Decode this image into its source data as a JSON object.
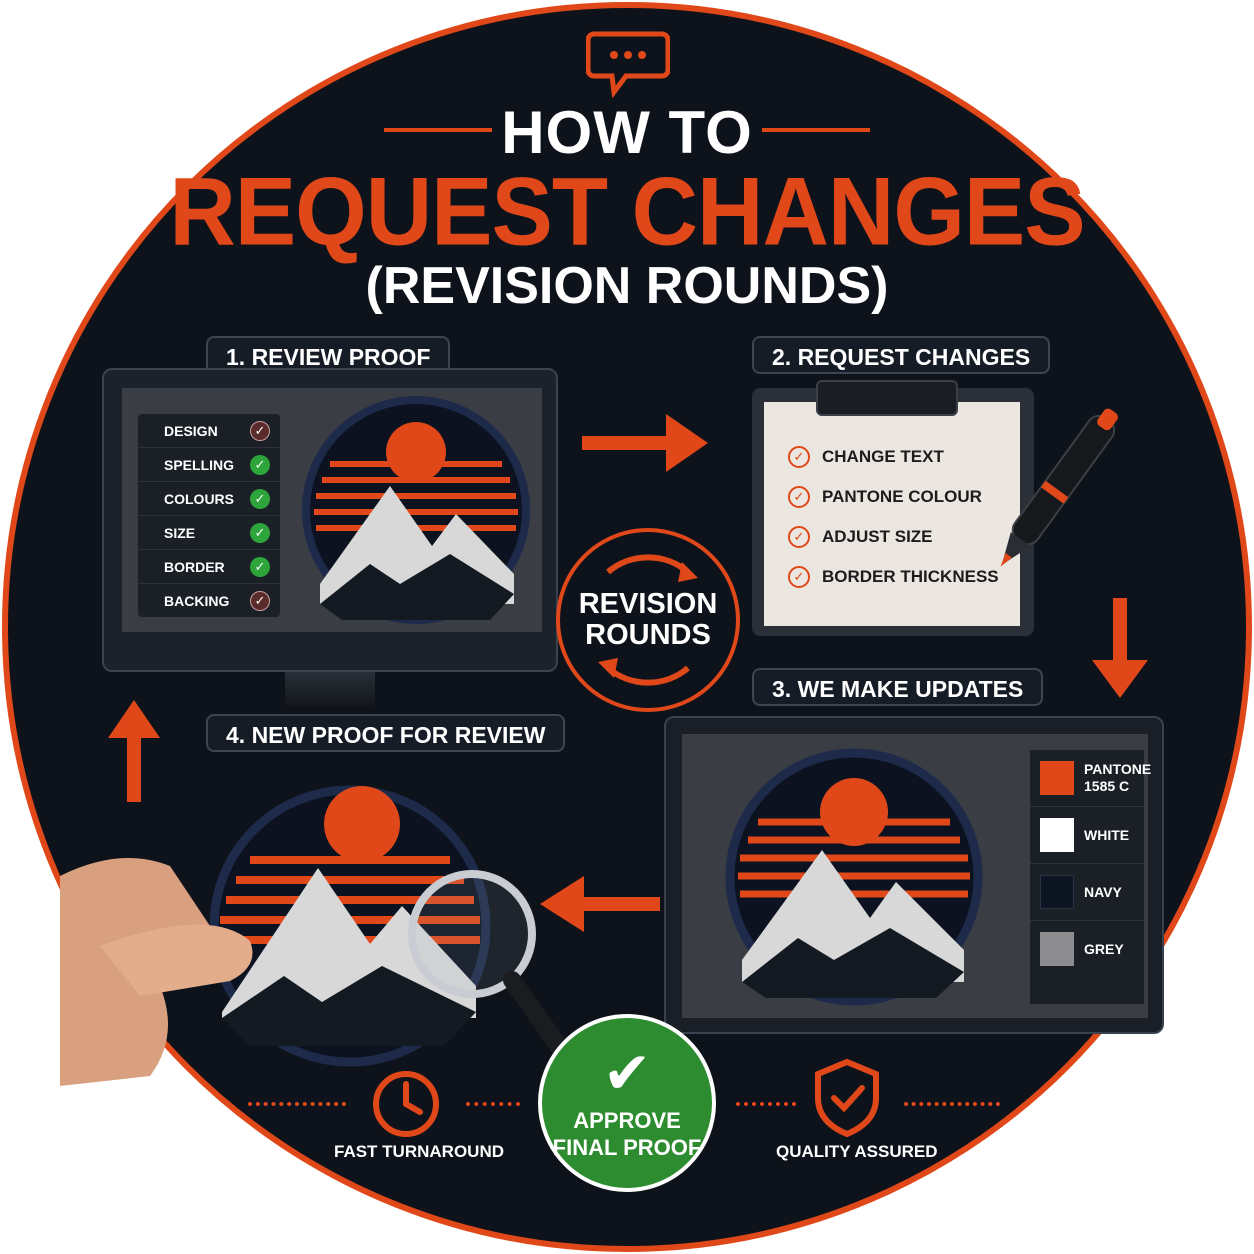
{
  "title": {
    "line1": "HOW TO",
    "line2": "REQUEST CHANGES",
    "line3": "(REVISION ROUNDS)"
  },
  "steps": {
    "step1": "1. REVIEW PROOF",
    "step2": "2. REQUEST CHANGES",
    "step3": "3. WE MAKE UPDATES",
    "step4": "4. NEW PROOF FOR REVIEW"
  },
  "review_checklist": [
    {
      "label": "DESIGN",
      "status": "maroon"
    },
    {
      "label": "SPELLING",
      "status": "green"
    },
    {
      "label": "COLOURS",
      "status": "green"
    },
    {
      "label": "SIZE",
      "status": "green"
    },
    {
      "label": "BORDER",
      "status": "green"
    },
    {
      "label": "BACKING",
      "status": "maroon"
    }
  ],
  "change_requests": [
    "CHANGE TEXT",
    "PANTONE COLOUR",
    "ADJUST SIZE",
    "BORDER THICKNESS"
  ],
  "colour_swatches": [
    {
      "name": "PANTONE",
      "name2": "1585 C",
      "color": "#e0481a"
    },
    {
      "name": "WHITE",
      "color": "#ffffff"
    },
    {
      "name": "NAVY",
      "color": "#0d1523"
    },
    {
      "name": "GREY",
      "color": "#8d8d8f"
    }
  ],
  "revision": {
    "line1": "REVISION",
    "line2": "ROUNDS"
  },
  "approve": {
    "line1": "APPROVE",
    "line2": "FINAL PROOF"
  },
  "footer": {
    "left": "FAST TURNAROUND",
    "right": "QUALITY ASSURED"
  },
  "colors": {
    "accent": "#e0481a",
    "background": "#0e131b",
    "approve_green": "#2d8c2f"
  }
}
